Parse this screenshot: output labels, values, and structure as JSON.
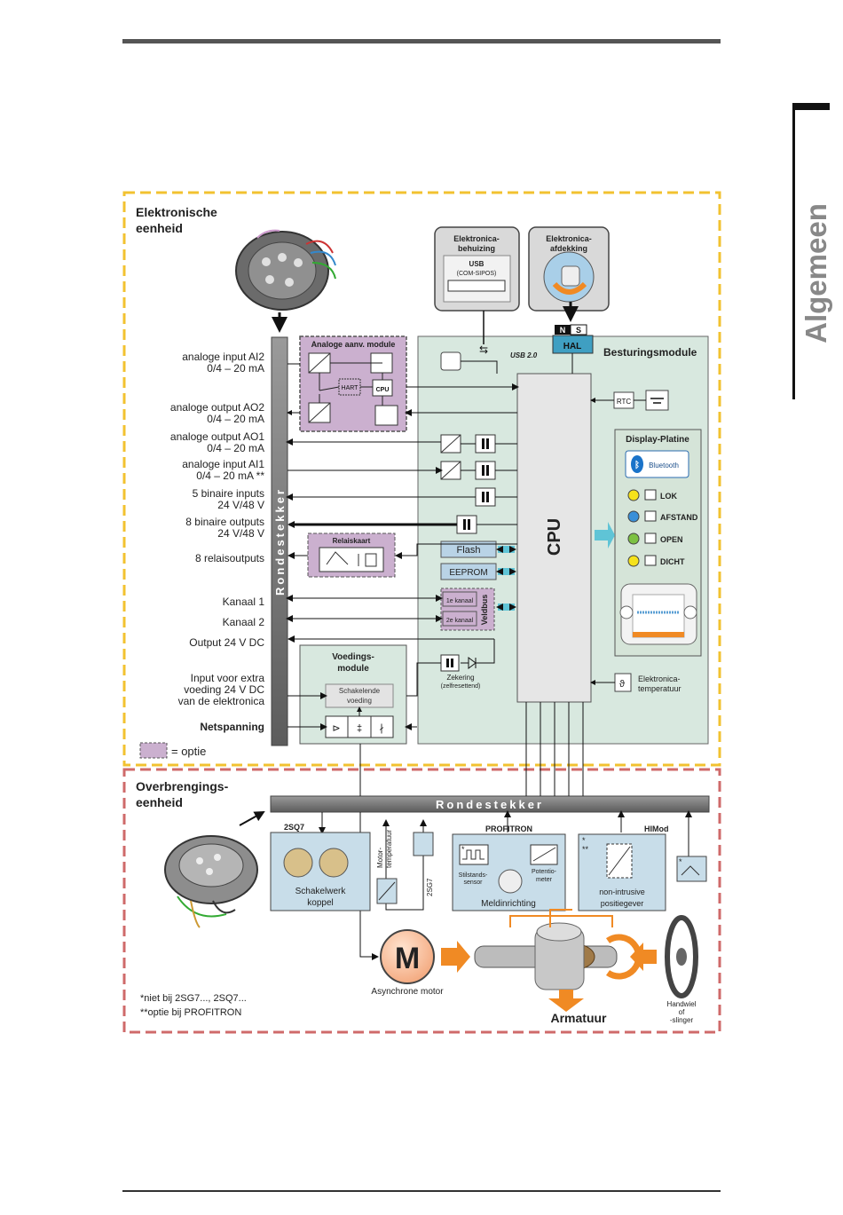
{
  "side_tab": "Algemeen",
  "legend": {
    "text": "= optie"
  },
  "footnotes": {
    "line1": "*niet bij 2SG7..., 2SQ7...",
    "line2": "**optie bij PROFITRON"
  },
  "electronic_unit": {
    "title_line1": "Elektronische",
    "title_line2": "eenheid",
    "connector": "Rondestekker",
    "io": [
      {
        "l1": "analoge input AI2",
        "l2": "0/4 – 20 mA"
      },
      {
        "l1": "analoge output AO2",
        "l2": "0/4 – 20 mA"
      },
      {
        "l1": "analoge output AO1",
        "l2": "0/4 – 20 mA"
      },
      {
        "l1": "analoge input AI1",
        "l2": "0/4 – 20 mA **"
      },
      {
        "l1": "5 binaire inputs",
        "l2": "24 V/48 V"
      },
      {
        "l1": "8 binaire outputs",
        "l2": "24 V/48 V"
      },
      {
        "l1": "8 relaisoutputs",
        "l2": ""
      },
      {
        "l1": "Kanaal 1",
        "l2": ""
      },
      {
        "l1": "Kanaal 2",
        "l2": ""
      },
      {
        "l1": "Output 24 V DC",
        "l2": ""
      }
    ],
    "extra_supply": [
      "Input voor extra",
      "voeding 24 V DC",
      "van de elektronica"
    ],
    "mains": "Netspanning",
    "analog_module": {
      "title": "Analoge aanv. module",
      "hart": "HART",
      "cpu": "CPU"
    },
    "relay_card": "Relaiskaart",
    "power_module": {
      "title1": "Voedings-",
      "title2": "module",
      "sw1": "Schakelende",
      "sw2": "voeding"
    },
    "fuse": {
      "l1": "Zekering",
      "l2": "(zelfresettend)"
    },
    "housing": {
      "l1": "Elektronica-",
      "l2": "behuizing",
      "usb": "USB",
      "usb_sub": "(COM-SIPOS)"
    },
    "cover": {
      "l1": "Elektronica-",
      "l2": "afdekking",
      "n": "N",
      "s": "S"
    },
    "hal": "HAL",
    "usb20": "USB 2.0",
    "control_module": "Besturingsmodule",
    "rtc": "RTC",
    "cpu_main": "CPU",
    "flash": "Flash",
    "eeprom": "EEPROM",
    "ch1": "1e kanaal",
    "ch2": "2e kanaal",
    "fieldbus": "Veldbus",
    "temp": {
      "l1": "Elektronica-",
      "l2": "temperatuur"
    },
    "display": {
      "title": "Display-Platine",
      "bluetooth": "Bluetooth",
      "items": [
        {
          "label": "LOK",
          "color": "#f5e21b"
        },
        {
          "label": "AFSTAND",
          "color": "#3a8fd8"
        },
        {
          "label": "OPEN",
          "color": "#7cc142"
        },
        {
          "label": "DICHT",
          "color": "#f5e21b"
        }
      ]
    }
  },
  "transmission_unit": {
    "title_line1": "Overbrengings-",
    "title_line2": "eenheid",
    "connector": "Rondestekker",
    "sq7": {
      "tag": "2SQ7",
      "l1": "Schakelwerk",
      "l2": "koppel"
    },
    "motor_temp": {
      "l1": "Motor-",
      "l2": "temperatuur"
    },
    "sg7": "2SG7",
    "profitron": {
      "tag": "PROFITRON",
      "s1": "Stilstands-",
      "s2": "sensor",
      "p1": "Potentio-",
      "p2": "meter",
      "name": "Meldinrichting"
    },
    "himod": {
      "tag": "HIMod",
      "l1": "non-intrusive",
      "l2": "positiegever"
    },
    "motor": {
      "letter": "M",
      "label": "Asynchrone motor"
    },
    "valve": "Armatuur",
    "handwheel": {
      "l1": "Handwiel",
      "l2": "of",
      "l3": "-slinger"
    }
  }
}
